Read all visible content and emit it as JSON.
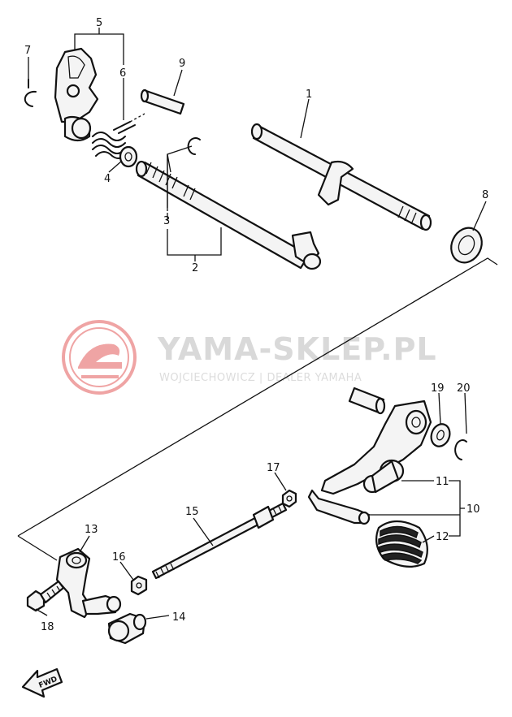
{
  "watermark": {
    "title": "YAMA-SKLEP.PL",
    "subtitle": "WOJCIECHOWICZ | DEALER YAMAHA",
    "logo_color": "#e35a5a",
    "text_color": "#d9d9d9"
  },
  "direction_marker": {
    "label": "FWD",
    "icon": "arrow-left-icon"
  },
  "callouts": [
    {
      "id": "1",
      "label": "1"
    },
    {
      "id": "2",
      "label": "2"
    },
    {
      "id": "3",
      "label": "3"
    },
    {
      "id": "4",
      "label": "4"
    },
    {
      "id": "5",
      "label": "5"
    },
    {
      "id": "6",
      "label": "6"
    },
    {
      "id": "7",
      "label": "7"
    },
    {
      "id": "8",
      "label": "8"
    },
    {
      "id": "9",
      "label": "9"
    },
    {
      "id": "10",
      "label": "10"
    },
    {
      "id": "11",
      "label": "11"
    },
    {
      "id": "12",
      "label": "12"
    },
    {
      "id": "13",
      "label": "13"
    },
    {
      "id": "14",
      "label": "14"
    },
    {
      "id": "15",
      "label": "15"
    },
    {
      "id": "16",
      "label": "16"
    },
    {
      "id": "17",
      "label": "17"
    },
    {
      "id": "18",
      "label": "18"
    },
    {
      "id": "19",
      "label": "19"
    },
    {
      "id": "20",
      "label": "20"
    }
  ]
}
